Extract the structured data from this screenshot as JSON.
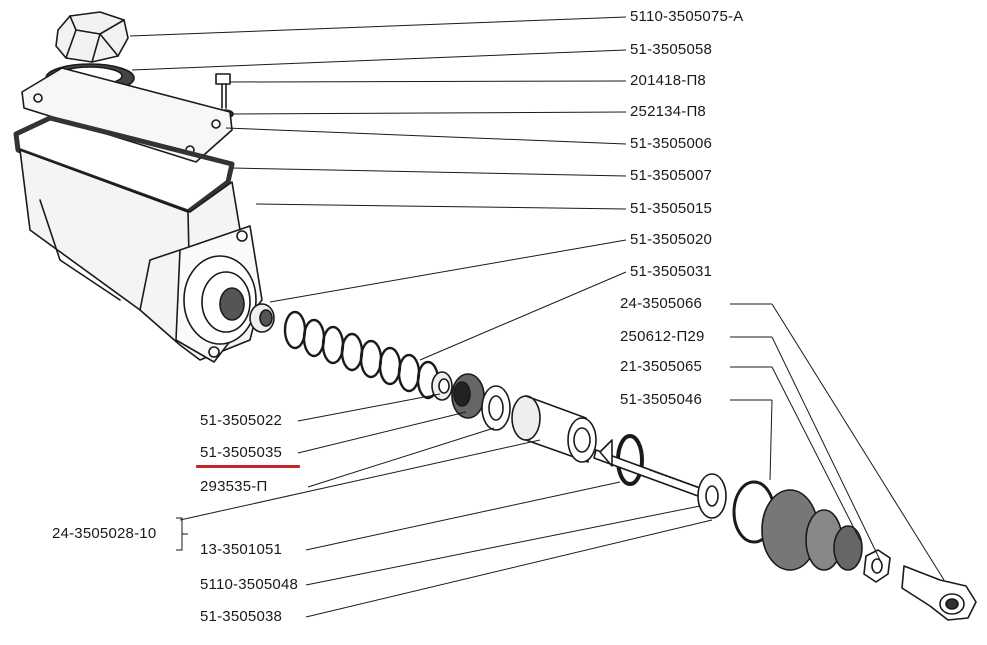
{
  "labels_right": [
    "5110-3505075-A",
    "51-3505058",
    "201418-П8",
    "252134-П8",
    "51-3505006",
    "51-3505007",
    "51-3505015",
    "51-3505020",
    "51-3505031"
  ],
  "labels_mid": [
    "24-3505066",
    "250612-П29",
    "21-3505065",
    "51-3505046"
  ],
  "labels_left": [
    "51-3505022",
    "51-3505035",
    "293535-П",
    "24-3505028-10",
    "13-3501051",
    "5110-3505048",
    "51-3505038"
  ],
  "highlight": {
    "label": "51-3505035",
    "color": "#c0262c"
  }
}
